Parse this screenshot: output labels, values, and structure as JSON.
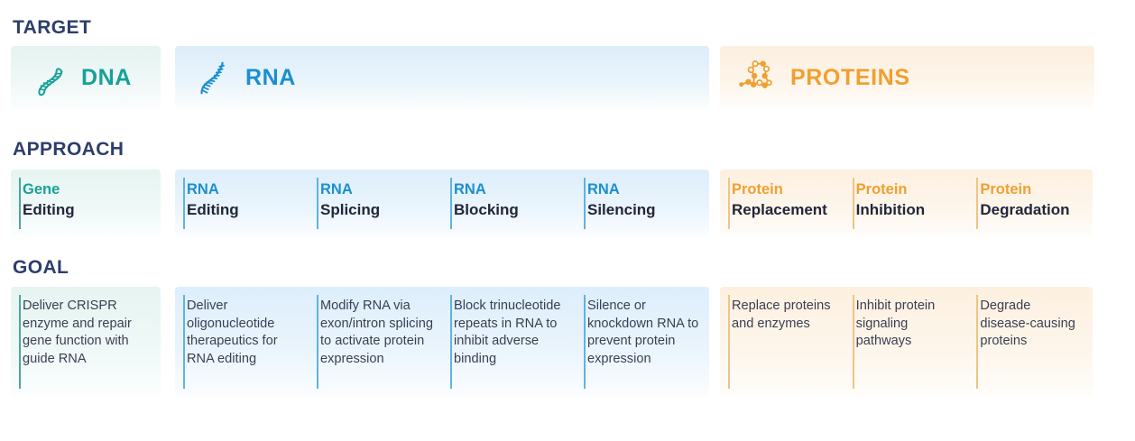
{
  "sections": {
    "target_label": "TARGET",
    "approach_label": "APPROACH",
    "goal_label": "GOAL"
  },
  "colors": {
    "heading": "#2c3e6b",
    "dna": "#17a198",
    "rna": "#1b8fd0",
    "protein": "#f0a030",
    "body_text": "#3a3f52",
    "title_text": "#22263a"
  },
  "targets": [
    {
      "name": "DNA",
      "icon": "dna-helix-icon",
      "color": "#17a198"
    },
    {
      "name": "RNA",
      "icon": "rna-strand-icon",
      "color": "#1b8fd0"
    },
    {
      "name": "PROTEINS",
      "icon": "protein-molecule-icon",
      "color": "#f0a030"
    }
  ],
  "approaches": {
    "dna": [
      {
        "kicker": "Gene",
        "title": "Editing"
      }
    ],
    "rna": [
      {
        "kicker": "RNA",
        "title": "Editing"
      },
      {
        "kicker": "RNA",
        "title": "Splicing"
      },
      {
        "kicker": "RNA",
        "title": "Blocking"
      },
      {
        "kicker": "RNA",
        "title": "Silencing"
      }
    ],
    "proteins": [
      {
        "kicker": "Protein",
        "title": "Replacement"
      },
      {
        "kicker": "Protein",
        "title": "Inhibition"
      },
      {
        "kicker": "Protein",
        "title": "Degradation"
      }
    ]
  },
  "goals": {
    "dna": [
      {
        "text": "Deliver CRISPR enzyme and repair gene function with guide RNA"
      }
    ],
    "rna": [
      {
        "text": "Deliver oligonucleotide therapeutics for RNA editing"
      },
      {
        "text": "Modify RNA via exon/intron splicing to activate protein expression"
      },
      {
        "text": "Block trinucleotide repeats in RNA to inhibit adverse binding"
      },
      {
        "text": "Silence or knockdown RNA to prevent protein expression"
      }
    ],
    "proteins": [
      {
        "text": "Replace proteins and enzymes"
      },
      {
        "text": "Inhibit protein signaling pathways"
      },
      {
        "text": "Degrade disease-causing proteins"
      }
    ]
  }
}
